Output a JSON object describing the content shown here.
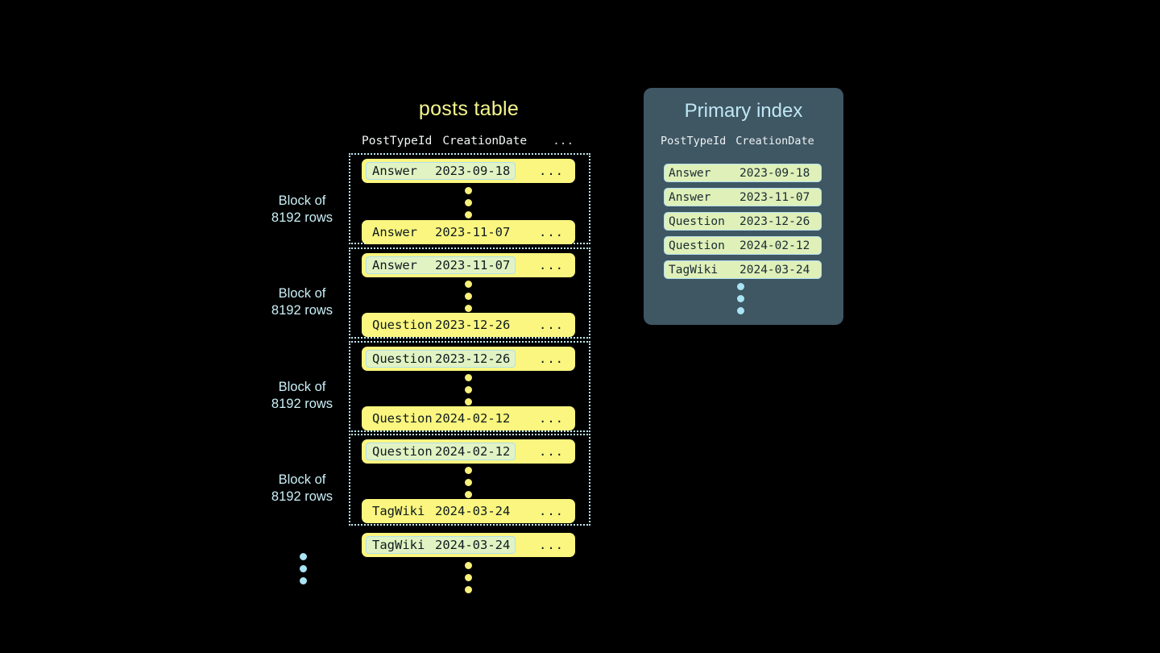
{
  "posts_table": {
    "title": "posts table",
    "columns": [
      "PostTypeId",
      "CreationDate",
      "..."
    ],
    "blocks": [
      {
        "label_line1": "Block of",
        "label_line2": "8192 rows",
        "first_row": {
          "post_type_id": "Answer",
          "creation_date": "2023-09-18",
          "rest": "...",
          "highlighted": true
        },
        "last_row": {
          "post_type_id": "Answer",
          "creation_date": "2023-11-07",
          "rest": "...",
          "highlighted": false
        }
      },
      {
        "label_line1": "Block of",
        "label_line2": "8192 rows",
        "first_row": {
          "post_type_id": "Answer",
          "creation_date": "2023-11-07",
          "rest": "...",
          "highlighted": true
        },
        "last_row": {
          "post_type_id": "Question",
          "creation_date": "2023-12-26",
          "rest": "...",
          "highlighted": false
        }
      },
      {
        "label_line1": "Block of",
        "label_line2": "8192 rows",
        "first_row": {
          "post_type_id": "Question",
          "creation_date": "2023-12-26",
          "rest": "...",
          "highlighted": true
        },
        "last_row": {
          "post_type_id": "Question",
          "creation_date": "2024-02-12",
          "rest": "...",
          "highlighted": false
        }
      },
      {
        "label_line1": "Block of",
        "label_line2": "8192 rows",
        "first_row": {
          "post_type_id": "Question",
          "creation_date": "2024-02-12",
          "rest": "...",
          "highlighted": true
        },
        "last_row": {
          "post_type_id": "TagWiki",
          "creation_date": "2024-03-24",
          "rest": "...",
          "highlighted": false
        }
      }
    ],
    "trailing_row": {
      "post_type_id": "TagWiki",
      "creation_date": "2024-03-24",
      "rest": "...",
      "highlighted": true
    },
    "continuation_marker": "vertical-ellipsis"
  },
  "primary_index": {
    "title": "Primary index",
    "columns": [
      "PostTypeId",
      "CreationDate"
    ],
    "rows": [
      {
        "post_type_id": "Answer",
        "creation_date": "2023-09-18"
      },
      {
        "post_type_id": "Answer",
        "creation_date": "2023-11-07"
      },
      {
        "post_type_id": "Question",
        "creation_date": "2023-12-26"
      },
      {
        "post_type_id": "Question",
        "creation_date": "2024-02-12"
      },
      {
        "post_type_id": "TagWiki",
        "creation_date": "2024-03-24"
      }
    ],
    "continuation_marker": "vertical-ellipsis"
  },
  "colors": {
    "background": "#000000",
    "row_yellow": "#fbf67f",
    "granule_highlight": "#e2f3c3",
    "granule_border": "#aee0ee",
    "panel_slate": "#3f5663",
    "index_row": "#dff0b9",
    "accent_cyan": "#bfe7f5",
    "title_yellow": "#f5f58e",
    "dot_yellow": "#f7f07a",
    "dot_blue": "#a9e4f4"
  }
}
